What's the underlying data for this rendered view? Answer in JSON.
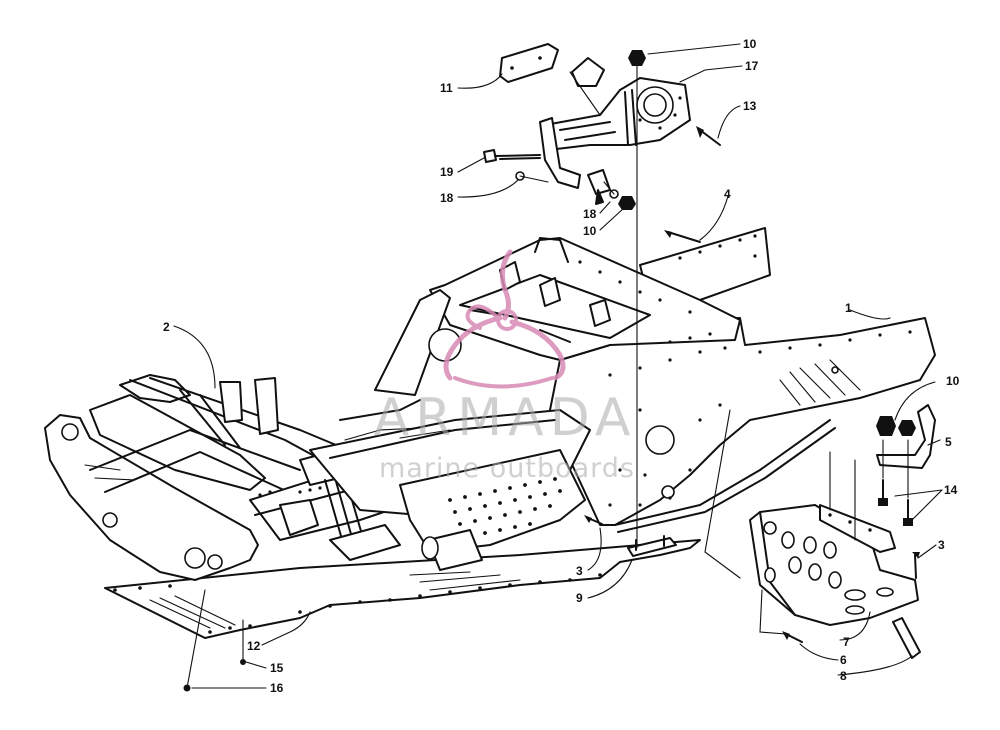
{
  "watermark": {
    "title": "ARMADA",
    "subtitle": "marine outboards",
    "logo_color": "#d98ab6",
    "text_color": "#aaaaaa"
  },
  "callouts": [
    {
      "id": "c1",
      "text": "1"
    },
    {
      "id": "c2",
      "text": "2"
    },
    {
      "id": "c3a",
      "text": "3"
    },
    {
      "id": "c3b",
      "text": "3"
    },
    {
      "id": "c4",
      "text": "4"
    },
    {
      "id": "c5",
      "text": "5"
    },
    {
      "id": "c6",
      "text": "6"
    },
    {
      "id": "c7",
      "text": "7"
    },
    {
      "id": "c8",
      "text": "8"
    },
    {
      "id": "c9",
      "text": "9"
    },
    {
      "id": "c10a",
      "text": "10"
    },
    {
      "id": "c10b",
      "text": "10"
    },
    {
      "id": "c10c",
      "text": "10"
    },
    {
      "id": "c11",
      "text": "11"
    },
    {
      "id": "c12",
      "text": "12"
    },
    {
      "id": "c13",
      "text": "13"
    },
    {
      "id": "c14",
      "text": "14"
    },
    {
      "id": "c15",
      "text": "15"
    },
    {
      "id": "c16",
      "text": "16"
    },
    {
      "id": "c17",
      "text": "17"
    },
    {
      "id": "c18a",
      "text": "18"
    },
    {
      "id": "c18b",
      "text": "18"
    },
    {
      "id": "c19",
      "text": "19"
    }
  ]
}
